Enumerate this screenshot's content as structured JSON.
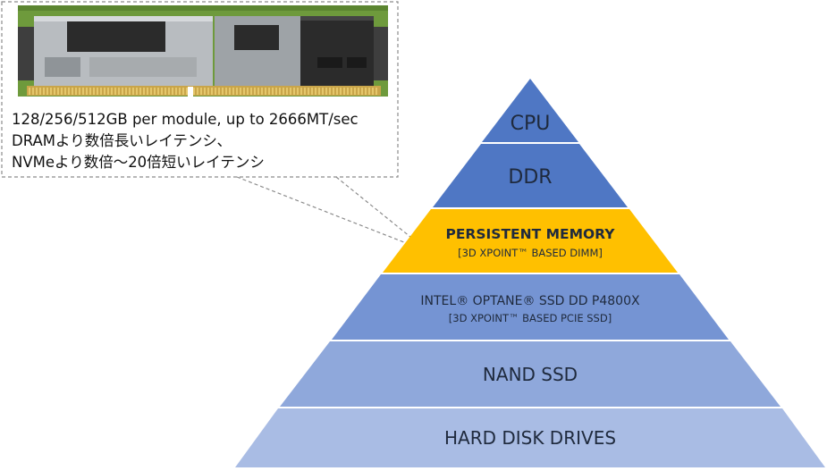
{
  "callout": {
    "lines": [
      "128/256/512GB per module, up to 2666MT/sec",
      "DRAMより数倍長いレイテンシ、",
      "NVMeより数倍～20倍短いレイテンシ"
    ]
  },
  "pyramid": {
    "tiers": [
      {
        "label": "CPU",
        "sublabel": "",
        "color": "#4f77c4"
      },
      {
        "label": "DDR",
        "sublabel": "",
        "color": "#4f77c4"
      },
      {
        "label": "PERSISTENT MEMORY",
        "sublabel": "[3D XPOINT™ BASED DIMM]",
        "color": "#ffc000"
      },
      {
        "label": "INTEL® OPTANE® SSD DD P4800X",
        "sublabel": "[3D XPOINT™ BASED PCIE SSD]",
        "color": "#7594d3"
      },
      {
        "label": "NAND SSD",
        "sublabel": "",
        "color": "#8fa8db"
      },
      {
        "label": "HARD DISK DRIVES",
        "sublabel": "",
        "color": "#a9bce4"
      }
    ]
  },
  "colors": {
    "callout_border": "#8c8c8c",
    "module_pcb": "#6e9a3c",
    "module_heatspreader": "#2b2b2b"
  }
}
